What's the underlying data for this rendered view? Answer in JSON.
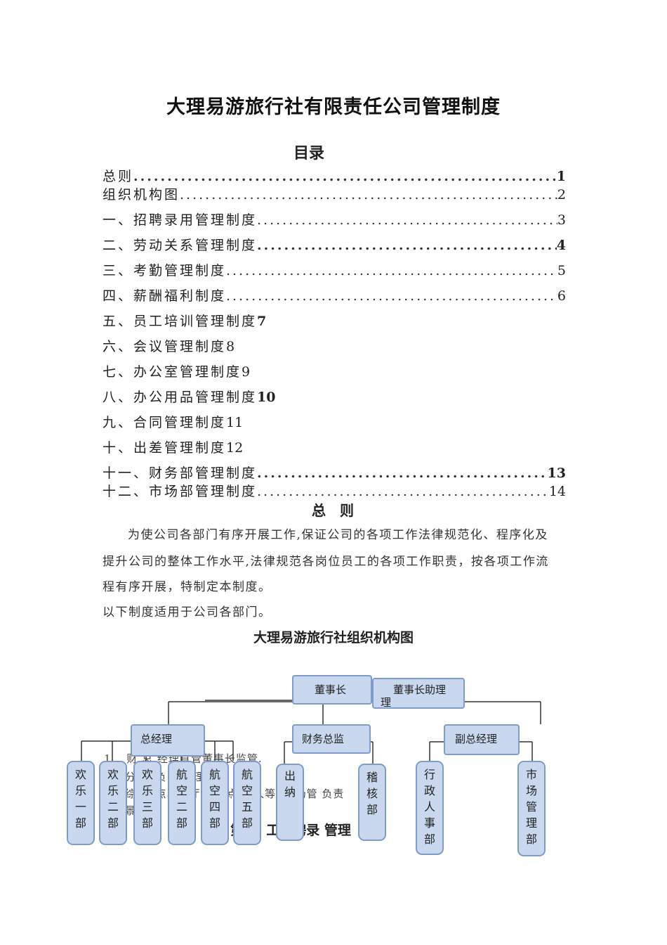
{
  "document": {
    "title": "大理易游旅行社有限责任公司管理制度",
    "toc_heading": "目录",
    "toc": [
      {
        "label": "总则",
        "page": "1"
      },
      {
        "label": "组织机构图",
        "page": "2"
      },
      {
        "label": "一、招聘录用管理制度",
        "page": "3"
      },
      {
        "label": "二、劳动关系管理制度",
        "page": "4"
      },
      {
        "label": "三、考勤管理制度",
        "page": "5"
      },
      {
        "label": "四、薪酬福利制度",
        "page": "6"
      },
      {
        "label": "五、员工培训管理制度",
        "page": "7"
      },
      {
        "label": "六、会议管理制度",
        "page": "8"
      },
      {
        "label": "七、办公室管理制度",
        "page": "9"
      },
      {
        "label": "八、办公用品管理制度",
        "page": "10"
      },
      {
        "label": "九、合同管理制度",
        "page": "11"
      },
      {
        "label": "十、出差管理制度",
        "page": "12"
      },
      {
        "label": "十一、财务部管理制度",
        "page": "13"
      },
      {
        "label": "十二、市场部管理制度",
        "page": "14"
      }
    ],
    "general_heading": "总  则",
    "para1_line1": "为使公司各部门有序开展工作,保证公司的各项工作法律规范化、程序化及",
    "para1_line2": "提升公司的整体工作水平,法律规范各岗位员工的各项工作职责，按各项工作流",
    "para1_line3": "程有序开展，特制定本制度。",
    "para2": "以下制度适用于公司各部门。",
    "org_chart_title": "大理易游旅行社组织机构图",
    "hidden_text": {
      "line1": "1、 财     总     经理直管董事长监管.",
      "line2": "分     点     负     调管理.",
      "line3": "综     景     点、餐厅、     物点、     人等. 市场管     负责",
      "line4": "景     场"
    },
    "hidden_heading": "第   章   工招聘录   管理"
  },
  "org_chart": {
    "chairman": "董事长",
    "chairman_assistant_line1": "董事长助理",
    "chairman_assistant_line2": "理",
    "general_manager": "总经理",
    "finance_director": "财务总监",
    "deputy_gm": "副总经理",
    "depts_gm": [
      [
        "欢",
        "乐",
        "一",
        "部"
      ],
      [
        "欢",
        "乐",
        "二",
        "部"
      ],
      [
        "欢",
        "乐",
        "三",
        "部"
      ],
      [
        "航",
        "空",
        "二",
        "部"
      ],
      [
        "航",
        "空",
        "四",
        "部"
      ],
      [
        "航",
        "空",
        "五",
        "部"
      ]
    ],
    "depts_finance": [
      [
        "出",
        "纳"
      ],
      [
        "稽",
        "核",
        "部"
      ]
    ],
    "depts_deputy": [
      [
        "行",
        "政",
        "人",
        "事",
        "部"
      ],
      [
        "市",
        "场",
        "管",
        "理",
        "部"
      ]
    ]
  }
}
